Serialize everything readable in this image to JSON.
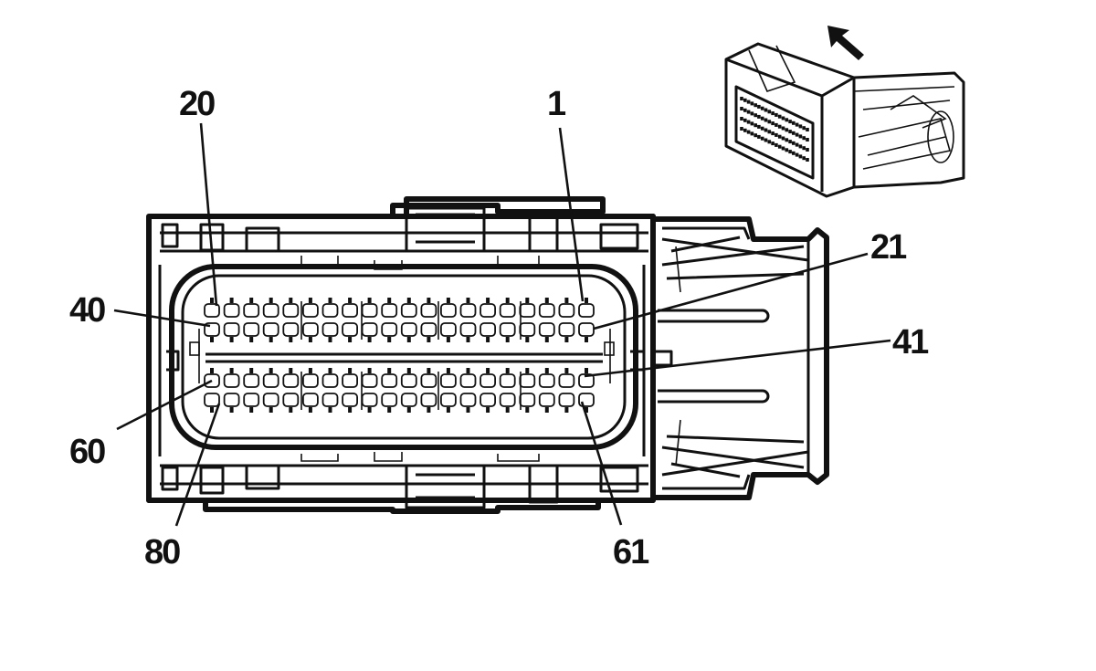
{
  "diagram": {
    "pin_labels": [
      {
        "id": "pin-1",
        "text": "1"
      },
      {
        "id": "pin-20",
        "text": "20"
      },
      {
        "id": "pin-21",
        "text": "21"
      },
      {
        "id": "pin-40",
        "text": "40"
      },
      {
        "id": "pin-41",
        "text": "41"
      },
      {
        "id": "pin-60",
        "text": "60"
      },
      {
        "id": "pin-61",
        "text": "61"
      },
      {
        "id": "pin-80",
        "text": "80"
      }
    ],
    "pin_rows": 4,
    "pins_per_row": 20,
    "inset_view_icon": "connector-isometric-view",
    "direction_icon": "arrow-up-left-icon"
  }
}
